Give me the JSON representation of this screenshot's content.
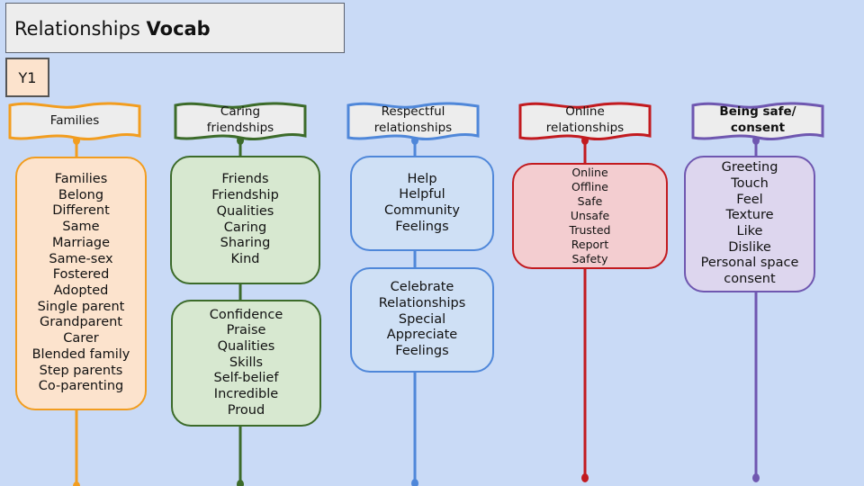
{
  "title": {
    "regular": "Relationships ",
    "bold": "Vocab"
  },
  "year_label": "Y1",
  "columns": [
    {
      "id": "families",
      "heading": [
        "Families"
      ],
      "color": "#f29d1f",
      "fill": "#fce3cd",
      "boxes": [
        [
          "Families",
          "Belong",
          "Different",
          "Same",
          "Marriage",
          "Same-sex",
          "Fostered",
          "Adopted",
          "Single parent",
          "Grandparent",
          "Carer",
          "Blended family",
          "Step parents",
          "Co-parenting"
        ]
      ]
    },
    {
      "id": "caring-friendships",
      "heading": [
        "Caring",
        "friendships"
      ],
      "color": "#3c6b2a",
      "fill": "#d7e8d0",
      "boxes": [
        [
          "Friends",
          "Friendship",
          "Qualities",
          "Caring",
          "Sharing",
          "Kind"
        ],
        [
          "Confidence",
          "Praise",
          "Qualities",
          "Skills",
          "Self-belief",
          "Incredible",
          "Proud"
        ]
      ]
    },
    {
      "id": "respectful-relationships",
      "heading": [
        "Respectful",
        "relationships"
      ],
      "color": "#4f87d9",
      "fill": "#cfe0f5",
      "boxes": [
        [
          "Help",
          "Helpful",
          "Community",
          "Feelings"
        ],
        [
          "Celebrate",
          "Relationships",
          "Special",
          "Appreciate",
          "Feelings"
        ]
      ]
    },
    {
      "id": "online-relationships",
      "heading": [
        "Online",
        "relationships"
      ],
      "color": "#c21a1f",
      "fill": "#f3cdd0",
      "boxes": [
        [
          "Online",
          "Offline",
          "Safe",
          "Unsafe",
          "Trusted",
          "Report",
          "Safety"
        ]
      ]
    },
    {
      "id": "being-safe-consent",
      "heading": [
        "Being safe/",
        "consent"
      ],
      "heading_bold": true,
      "color": "#6f57b0",
      "fill": "#ddd6ee",
      "boxes": [
        [
          "Greeting",
          "Touch",
          "Feel",
          "Texture",
          "Like",
          "Dislike",
          "Personal space",
          "consent"
        ]
      ]
    }
  ]
}
